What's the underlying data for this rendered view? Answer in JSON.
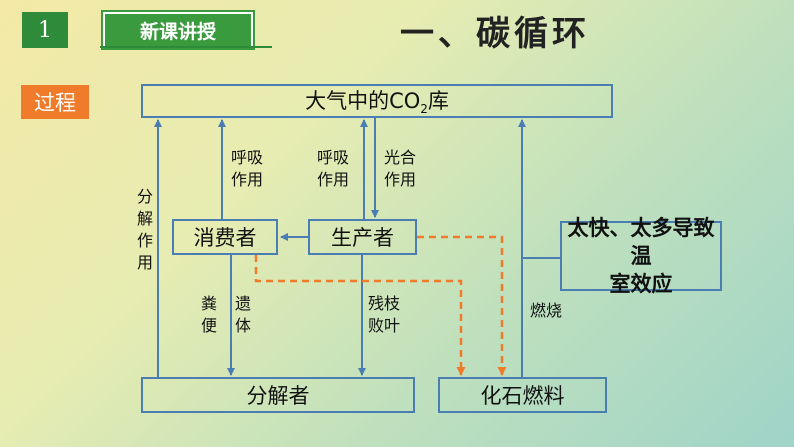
{
  "header": {
    "page_number": "1",
    "section_label": "新课讲授",
    "title": "一、碳循环"
  },
  "tag": "过程",
  "nodes": {
    "atmosphere_prefix": "大气中的CO",
    "atmosphere_sub": "2",
    "atmosphere_suffix": "库",
    "consumer": "消费者",
    "producer": "生产者",
    "decomposer": "分解者",
    "fossil_fuel": "化石燃料",
    "note_line1": "太快、太多导致温",
    "note_line2": "室效应"
  },
  "edge_labels": {
    "decomposition": "分解作用",
    "respiration_consumer_1": "呼吸",
    "respiration_consumer_2": "作用",
    "respiration_producer_1": "呼吸",
    "respiration_producer_2": "作用",
    "photosynthesis_1": "光合",
    "photosynthesis_2": "作用",
    "feces": "粪便",
    "remains": "遗体",
    "litter_1": "残枝",
    "litter_2": "败叶",
    "combustion": "燃烧"
  },
  "colors": {
    "line": "#4a7eb3",
    "dashed": "#f07b2a",
    "badge_green": "#2e8b3a",
    "tag_orange": "#f07b2a"
  }
}
